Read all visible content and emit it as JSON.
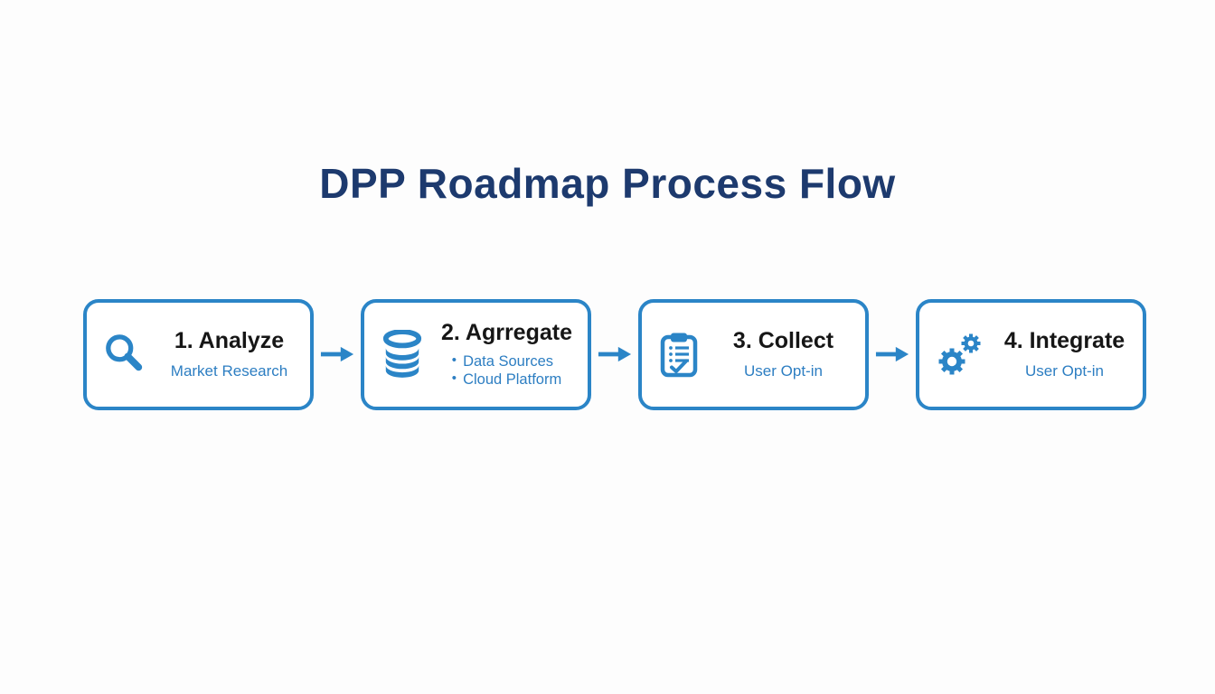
{
  "title": "DPP Roadmap Process Flow",
  "colors": {
    "accent_blue": "#2b85c7",
    "detail_blue": "#2d7ec2",
    "title_navy": "#1d3a6e",
    "step_title_black": "#161616",
    "background": "#fdfdfd"
  },
  "bullet": "•",
  "steps": [
    {
      "label": "1. Analyze",
      "icon": "magnifier-icon",
      "details": [
        "Market Research"
      ]
    },
    {
      "label": "2. Agrregate",
      "icon": "database-icon",
      "details": [
        "Data Sources",
        "Cloud Platform"
      ]
    },
    {
      "label": "3. Collect",
      "icon": "clipboard-icon",
      "details": [
        "User Opt-in"
      ]
    },
    {
      "label": "4. Integrate",
      "icon": "gears-icon",
      "details": [
        "User Opt-in"
      ]
    }
  ]
}
